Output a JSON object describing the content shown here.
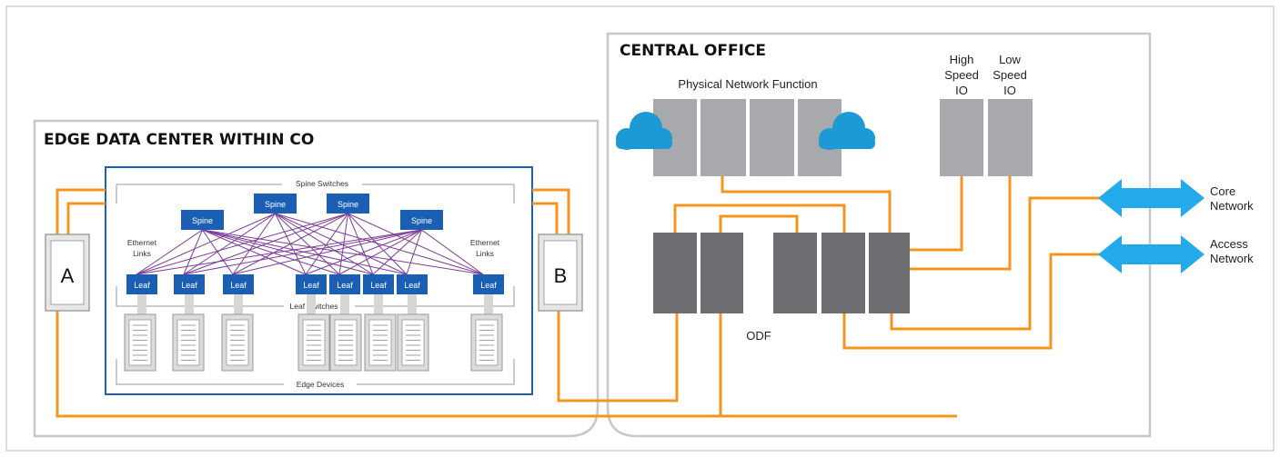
{
  "central_office": {
    "title": "CENTRAL OFFICE"
  },
  "edge_dc": {
    "title": "EDGE DATA CENTER WITHIN CO"
  },
  "labels": {
    "pnf": "Physical Network Function",
    "high_speed": [
      "High",
      "Speed",
      "IO"
    ],
    "low_speed": [
      "Low",
      "Speed",
      "IO"
    ],
    "odf": "ODF",
    "core_network": [
      "Core",
      "Network"
    ],
    "access_network": [
      "Access",
      "Network"
    ],
    "spine_switches": "Spine Switches",
    "leaf_switches": "Leaf Switches",
    "edge_devices": "Edge Devices",
    "ethernet_links": [
      "Ethernet",
      "Links"
    ],
    "a": "A",
    "b": "B"
  },
  "spines": [
    "Spine",
    "Spine",
    "Spine",
    "Spine"
  ],
  "leaves": [
    "Leaf",
    "Leaf",
    "Leaf",
    "Leaf",
    "Leaf",
    "Leaf",
    "Leaf",
    "Leaf"
  ],
  "colors": {
    "orange": "#f7941d",
    "purple": "#7d3c98",
    "blue_box": "#1f5fae",
    "node_blue": "#1a5fb4",
    "cloud": "#1b9ad6",
    "arrow": "#22aaea",
    "gray_light": "#a7a9ac",
    "gray_dark": "#6d6e71",
    "border": "#c8c8c8"
  }
}
